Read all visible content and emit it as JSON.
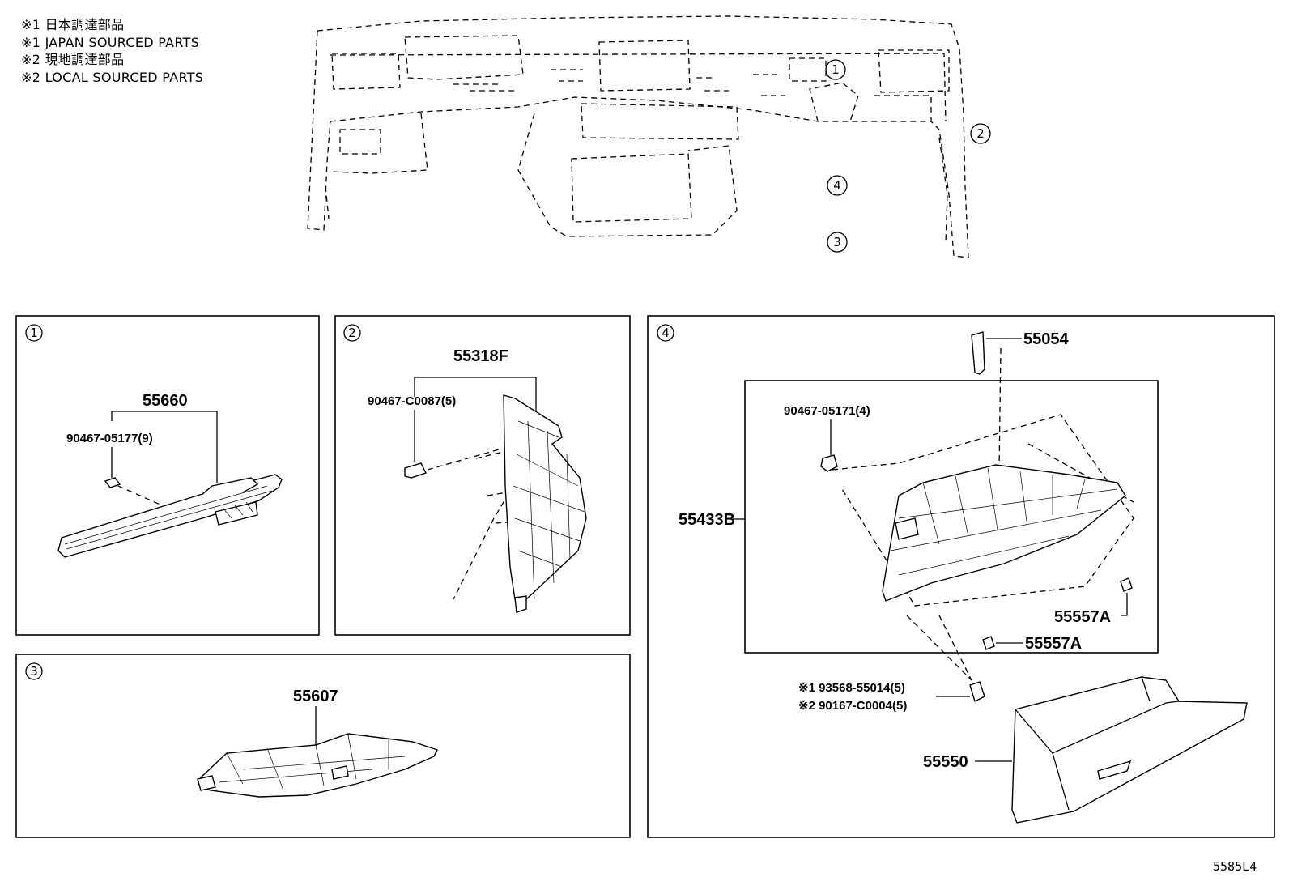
{
  "legend": [
    "※1 日本調達部品",
    "※1 JAPAN SOURCED PARTS",
    "※2 現地調達部品",
    "※2 LOCAL SOURCED PARTS"
  ],
  "overview": {
    "callouts": [
      "1",
      "2",
      "4",
      "3"
    ]
  },
  "panel1": {
    "number": "1",
    "parts": [
      "55660",
      "90467-05177(9)"
    ]
  },
  "panel2": {
    "number": "2",
    "parts": [
      "55318F",
      "90467-C0087(5)"
    ]
  },
  "panel3": {
    "number": "3",
    "parts": [
      "55607"
    ]
  },
  "panel4": {
    "number": "4",
    "parts": {
      "p55054": "55054",
      "p90467_05171": "90467-05171(4)",
      "p55433B": "55433B",
      "p55557A_1": "55557A",
      "p55557A_2": "55557A",
      "p93568": "※1 93568-55014(5)",
      "p90167": "※2 90167-C0004(5)",
      "p55550": "55550"
    }
  },
  "diagram_code": "5585L4"
}
